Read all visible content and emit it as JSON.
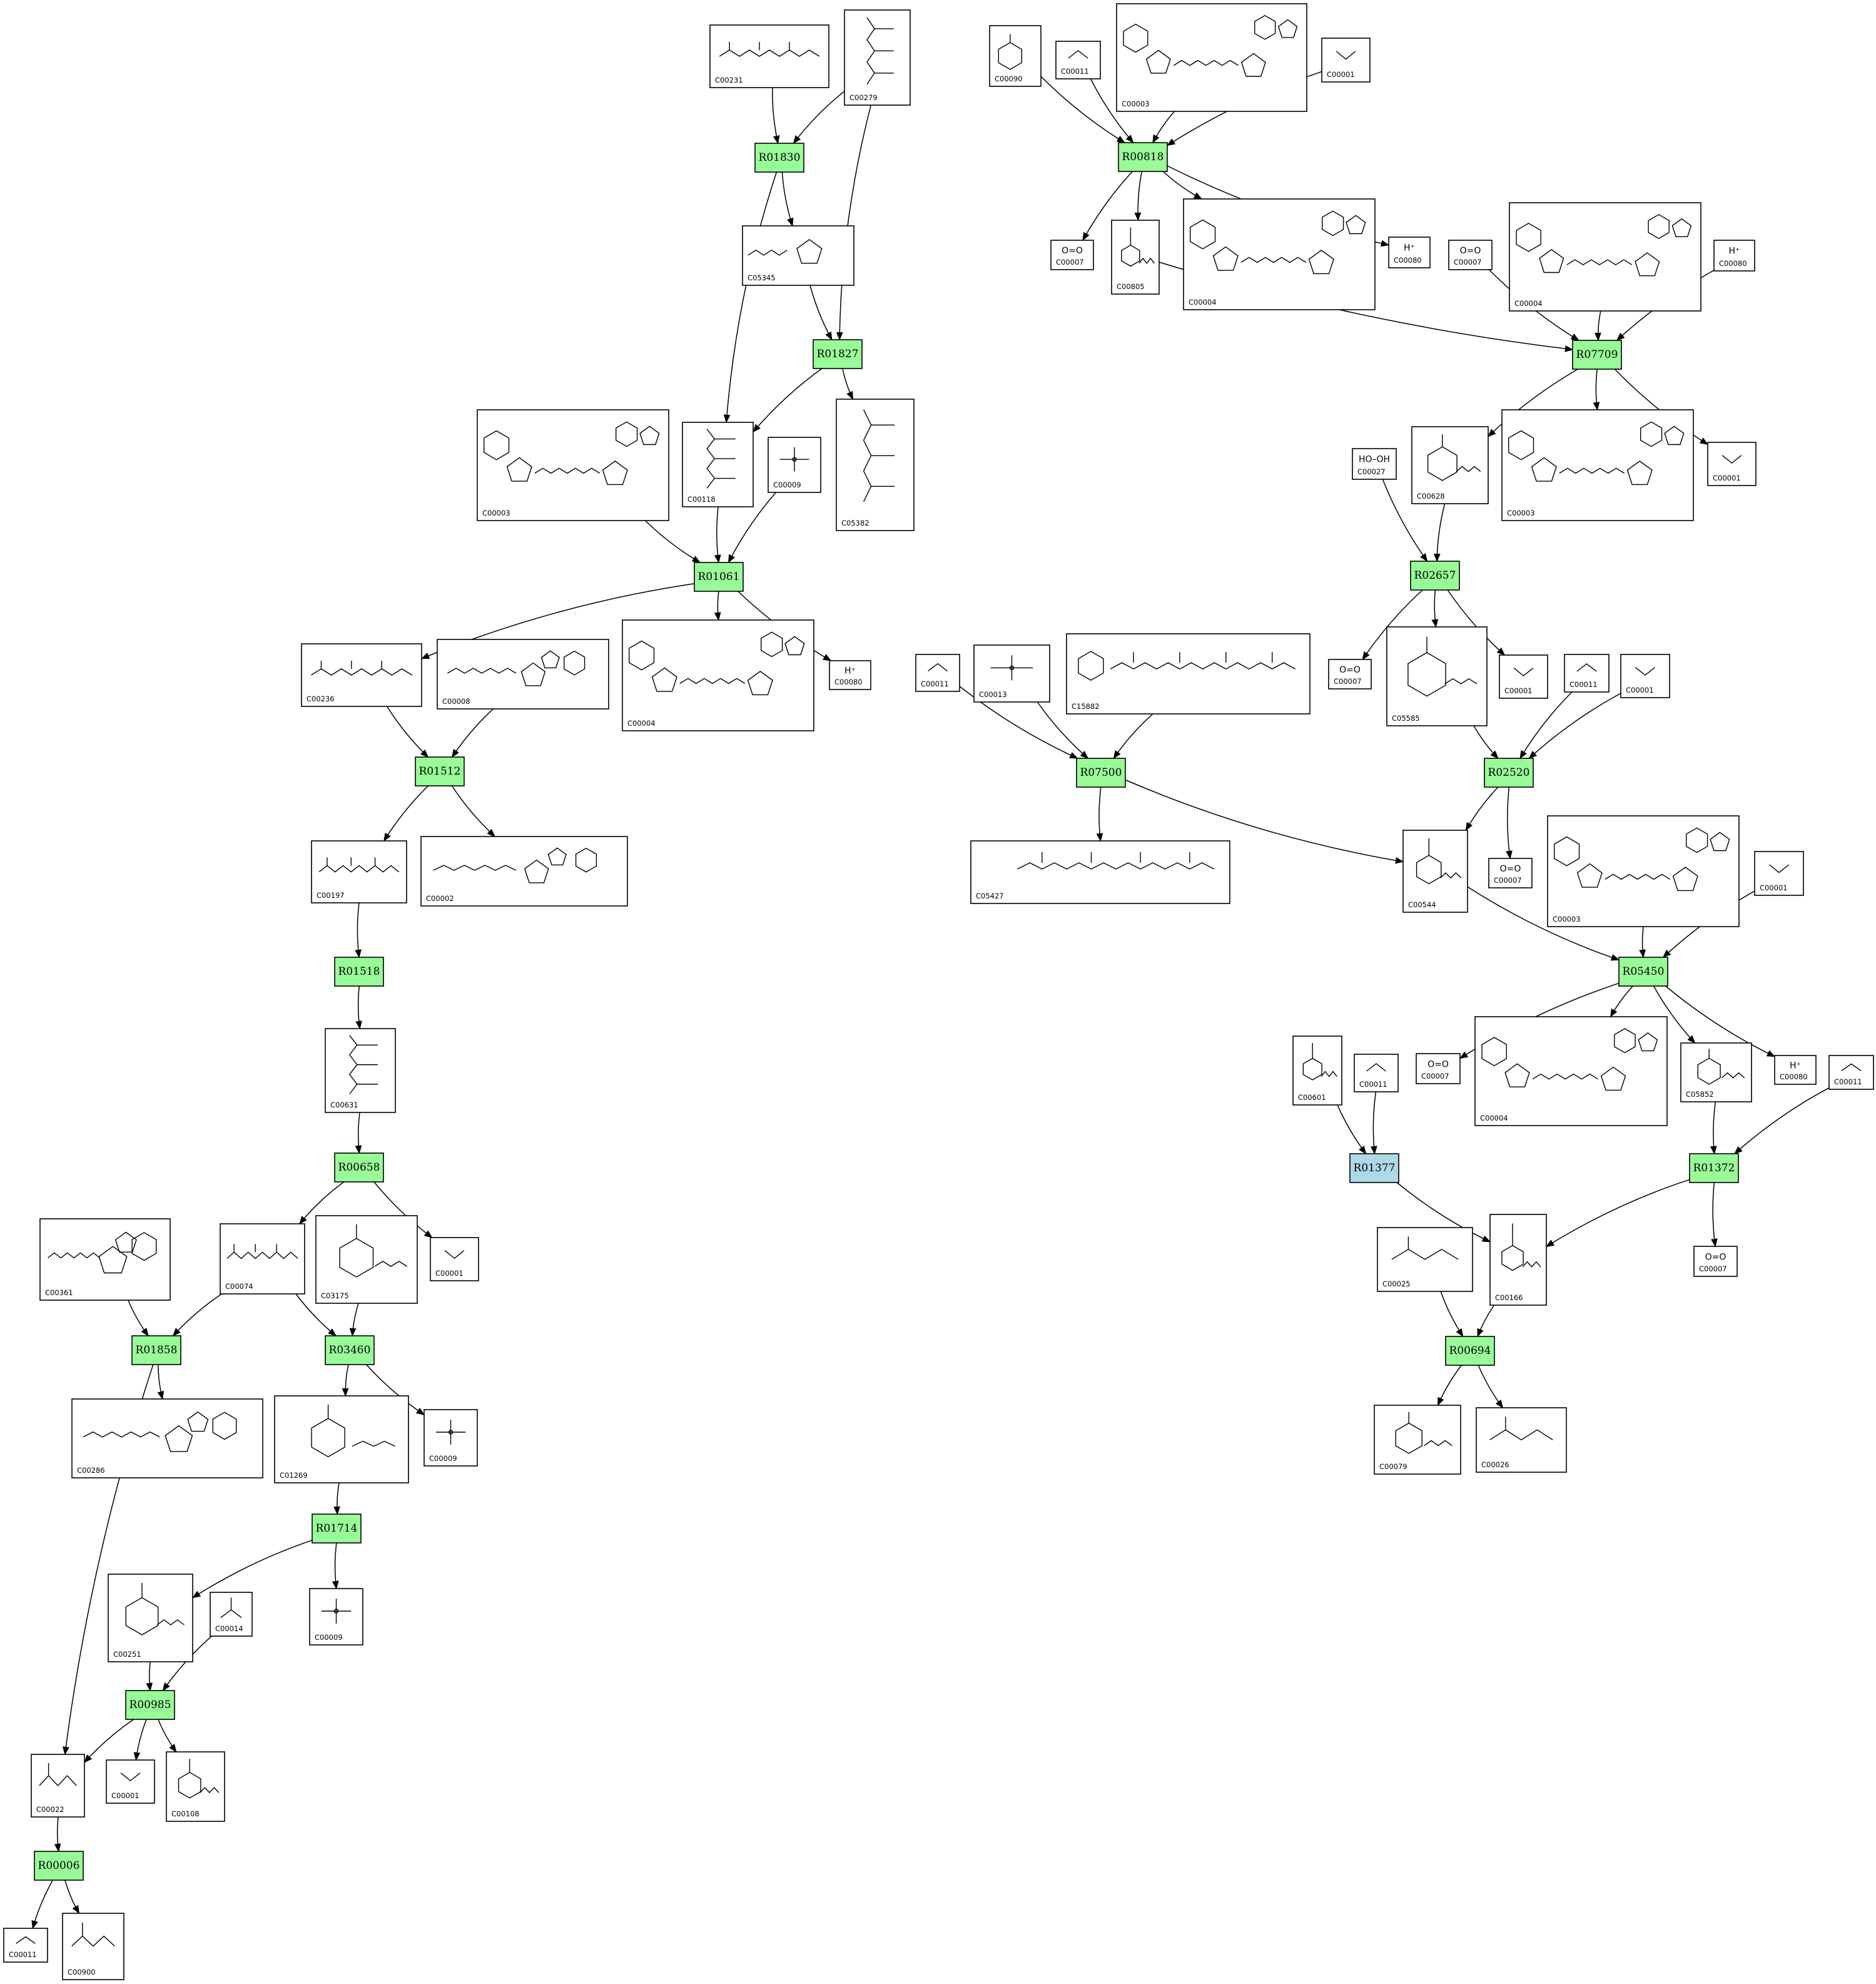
{
  "colors": {
    "reaction_green": "#98fb98",
    "reaction_blue": "#add8e6",
    "stroke": "#000000",
    "background": "#ffffff"
  },
  "reactions": [
    {
      "id": "R01830",
      "color": "green"
    },
    {
      "id": "R01827",
      "color": "green"
    },
    {
      "id": "R01061",
      "color": "green"
    },
    {
      "id": "R01512",
      "color": "green"
    },
    {
      "id": "R01518",
      "color": "green"
    },
    {
      "id": "R00658",
      "color": "green"
    },
    {
      "id": "R01858",
      "color": "green"
    },
    {
      "id": "R03460",
      "color": "green"
    },
    {
      "id": "R01714",
      "color": "green"
    },
    {
      "id": "R00985",
      "color": "green"
    },
    {
      "id": "R00006",
      "color": "green"
    },
    {
      "id": "R00818",
      "color": "green"
    },
    {
      "id": "R07709",
      "color": "green"
    },
    {
      "id": "R02657",
      "color": "green"
    },
    {
      "id": "R07500",
      "color": "green"
    },
    {
      "id": "R02520",
      "color": "green"
    },
    {
      "id": "R05450",
      "color": "green"
    },
    {
      "id": "R01377",
      "color": "blue"
    },
    {
      "id": "R01372",
      "color": "green"
    },
    {
      "id": "R00694",
      "color": "green"
    }
  ],
  "compounds": [
    {
      "key": "c00231",
      "id": "C00231",
      "structure": "linear-phosphate"
    },
    {
      "key": "c00279",
      "id": "C00279",
      "structure": "linear-phosphate"
    },
    {
      "key": "c05345",
      "id": "C05345",
      "structure": "furanose-phosphate"
    },
    {
      "key": "c00118",
      "id": "C00118",
      "structure": "linear-phosphate"
    },
    {
      "key": "c00009a",
      "id": "C00009",
      "structure": "phosphate"
    },
    {
      "key": "c05382",
      "id": "C05382",
      "structure": "linear-phosphate"
    },
    {
      "key": "c00003a",
      "id": "C00003",
      "structure": "nad"
    },
    {
      "key": "c00004a",
      "id": "C00004",
      "structure": "nad"
    },
    {
      "key": "c00080a",
      "id": "C00080",
      "formula": "H⁺"
    },
    {
      "key": "c00236",
      "id": "C00236",
      "structure": "linear-phosphate"
    },
    {
      "key": "c00008",
      "id": "C00008",
      "structure": "nucleotide"
    },
    {
      "key": "c00197",
      "id": "C00197",
      "structure": "linear-phosphate"
    },
    {
      "key": "c00002",
      "id": "C00002",
      "structure": "nucleotide"
    },
    {
      "key": "c00631",
      "id": "C00631",
      "structure": "linear-phosphate"
    },
    {
      "key": "c00001a",
      "id": "C00001",
      "structure": "water"
    },
    {
      "key": "c00361",
      "id": "C00361",
      "structure": "nucleotide"
    },
    {
      "key": "c00074",
      "id": "C00074",
      "structure": "linear-phosphate"
    },
    {
      "key": "c03175",
      "id": "C03175",
      "structure": "ring-phosphate"
    },
    {
      "key": "c00286",
      "id": "C00286",
      "structure": "nucleotide"
    },
    {
      "key": "c01269",
      "id": "C01269",
      "structure": "ring-phosphate"
    },
    {
      "key": "c00009b",
      "id": "C00009",
      "structure": "phosphate"
    },
    {
      "key": "c00009c",
      "id": "C00009",
      "structure": "phosphate"
    },
    {
      "key": "c00251",
      "id": "C00251",
      "structure": "ring-acid"
    },
    {
      "key": "c00014",
      "id": "C00014",
      "structure": "ammonia"
    },
    {
      "key": "c00022",
      "id": "C00022",
      "structure": "small-acid"
    },
    {
      "key": "c00001b",
      "id": "C00001",
      "structure": "water"
    },
    {
      "key": "c00108",
      "id": "C00108",
      "structure": "ring-acid"
    },
    {
      "key": "c00011a",
      "id": "C00011",
      "structure": "co2"
    },
    {
      "key": "c00900",
      "id": "C00900",
      "structure": "small-acid"
    },
    {
      "key": "c00090",
      "id": "C00090",
      "structure": "benzene-diol"
    },
    {
      "key": "c00011b",
      "id": "C00011",
      "structure": "co2"
    },
    {
      "key": "c00003b",
      "id": "C00003",
      "structure": "nad"
    },
    {
      "key": "c00001c",
      "id": "C00001",
      "structure": "water"
    },
    {
      "key": "c00007a",
      "id": "C00007",
      "formula": "O=O"
    },
    {
      "key": "c00805",
      "id": "C00805",
      "structure": "ring-acid"
    },
    {
      "key": "c00004b",
      "id": "C00004",
      "structure": "nad"
    },
    {
      "key": "c00080b",
      "id": "C00080",
      "formula": "H⁺"
    },
    {
      "key": "c00007b",
      "id": "C00007",
      "formula": "O=O"
    },
    {
      "key": "c00004c",
      "id": "C00004",
      "structure": "nad"
    },
    {
      "key": "c00080c",
      "id": "C00080",
      "formula": "H⁺"
    },
    {
      "key": "c00027",
      "id": "C00027",
      "formula": "HO–OH"
    },
    {
      "key": "c00628",
      "id": "C00628",
      "structure": "ring-acid"
    },
    {
      "key": "c00003c",
      "id": "C00003",
      "structure": "nad"
    },
    {
      "key": "c00001d",
      "id": "C00001",
      "structure": "water"
    },
    {
      "key": "c00007c",
      "id": "C00007",
      "formula": "O=O"
    },
    {
      "key": "c05585",
      "id": "C05585",
      "structure": "ring-acid"
    },
    {
      "key": "c00001e",
      "id": "C00001",
      "structure": "water"
    },
    {
      "key": "c00011c",
      "id": "C00011",
      "structure": "co2"
    },
    {
      "key": "c00001f",
      "id": "C00001",
      "structure": "water"
    },
    {
      "key": "c00011d",
      "id": "C00011",
      "structure": "co2"
    },
    {
      "key": "c00013",
      "id": "C00013",
      "structure": "phosphate"
    },
    {
      "key": "c15882",
      "id": "C15882",
      "structure": "isoprenoid"
    },
    {
      "key": "c05427",
      "id": "C05427",
      "structure": "isoprenoid"
    },
    {
      "key": "c00544",
      "id": "C00544",
      "structure": "ring-acid"
    },
    {
      "key": "c00007d",
      "id": "C00007",
      "formula": "O=O"
    },
    {
      "key": "c00003d",
      "id": "C00003",
      "structure": "nad"
    },
    {
      "key": "c00001g",
      "id": "C00001",
      "structure": "water"
    },
    {
      "key": "c00007e",
      "id": "C00007",
      "formula": "O=O"
    },
    {
      "key": "c00004d",
      "id": "C00004",
      "structure": "nad"
    },
    {
      "key": "c05852",
      "id": "C05852",
      "structure": "ring-acid"
    },
    {
      "key": "c00080d",
      "id": "C00080",
      "formula": "H⁺"
    },
    {
      "key": "c00011e",
      "id": "C00011",
      "structure": "co2"
    },
    {
      "key": "c00601",
      "id": "C00601",
      "structure": "ring-acid"
    },
    {
      "key": "c00011f",
      "id": "C00011",
      "structure": "co2"
    },
    {
      "key": "c00025",
      "id": "C00025",
      "structure": "small-acid"
    },
    {
      "key": "c00166",
      "id": "C00166",
      "structure": "ring-acid"
    },
    {
      "key": "c00007f",
      "id": "C00007",
      "formula": "O=O"
    },
    {
      "key": "c00079",
      "id": "C00079",
      "structure": "ring-acid"
    },
    {
      "key": "c00026",
      "id": "C00026",
      "structure": "small-acid"
    }
  ],
  "edges": [
    [
      "c00231",
      "R01830"
    ],
    [
      "c00279",
      "R01830"
    ],
    [
      "R01830",
      "c05345"
    ],
    [
      "R01830",
      "c00118"
    ],
    [
      "c05345",
      "R01827"
    ],
    [
      "c00279",
      "R01827"
    ],
    [
      "R01827",
      "c00118"
    ],
    [
      "R01827",
      "c05382"
    ],
    [
      "c00003a",
      "R01061"
    ],
    [
      "c00118",
      "R01061"
    ],
    [
      "c00009a",
      "R01061"
    ],
    [
      "R01061",
      "c00236"
    ],
    [
      "R01061",
      "c00004a"
    ],
    [
      "R01061",
      "c00080a"
    ],
    [
      "c00236",
      "R01512"
    ],
    [
      "c00008",
      "R01512"
    ],
    [
      "R01512",
      "c00197"
    ],
    [
      "R01512",
      "c00002"
    ],
    [
      "c00197",
      "R01518"
    ],
    [
      "R01518",
      "c00631"
    ],
    [
      "c00631",
      "R00658"
    ],
    [
      "R00658",
      "c00074"
    ],
    [
      "R00658",
      "c00001a"
    ],
    [
      "c00361",
      "R01858"
    ],
    [
      "c00074",
      "R01858"
    ],
    [
      "R01858",
      "c00286"
    ],
    [
      "R01858",
      "c00022"
    ],
    [
      "c00074",
      "R03460"
    ],
    [
      "c03175",
      "R03460"
    ],
    [
      "R03460",
      "c01269"
    ],
    [
      "R03460",
      "c00009b"
    ],
    [
      "c01269",
      "R01714"
    ],
    [
      "R01714",
      "c00251"
    ],
    [
      "R01714",
      "c00009c"
    ],
    [
      "c00251",
      "R00985"
    ],
    [
      "c00014",
      "R00985"
    ],
    [
      "R00985",
      "c00022"
    ],
    [
      "R00985",
      "c00001b"
    ],
    [
      "R00985",
      "c00108"
    ],
    [
      "c00022",
      "R00006"
    ],
    [
      "R00006",
      "c00011a"
    ],
    [
      "R00006",
      "c00900"
    ],
    [
      "c00090",
      "R00818"
    ],
    [
      "c00011b",
      "R00818"
    ],
    [
      "c00003b",
      "R00818"
    ],
    [
      "c00001c",
      "R00818"
    ],
    [
      "R00818",
      "c00007a"
    ],
    [
      "R00818",
      "c00805"
    ],
    [
      "R00818",
      "c00004b"
    ],
    [
      "R00818",
      "c00080b"
    ],
    [
      "c00805",
      "R07709"
    ],
    [
      "c00007b",
      "R07709"
    ],
    [
      "c00004c",
      "R07709"
    ],
    [
      "c00080c",
      "R07709"
    ],
    [
      "R07709",
      "c00628"
    ],
    [
      "R07709",
      "c00003c"
    ],
    [
      "R07709",
      "c00001d"
    ],
    [
      "c00027",
      "R02657"
    ],
    [
      "c00628",
      "R02657"
    ],
    [
      "R02657",
      "c00007c"
    ],
    [
      "R02657",
      "c05585"
    ],
    [
      "R02657",
      "c00001e"
    ],
    [
      "c05585",
      "R02520"
    ],
    [
      "c00011c",
      "R02520"
    ],
    [
      "c00001f",
      "R02520"
    ],
    [
      "R02520",
      "c00544"
    ],
    [
      "R02520",
      "c00007d"
    ],
    [
      "c00011d",
      "R07500"
    ],
    [
      "c00013",
      "R07500"
    ],
    [
      "c15882",
      "R07500"
    ],
    [
      "R07500",
      "c05427"
    ],
    [
      "R07500",
      "c00544"
    ],
    [
      "c00544",
      "R05450"
    ],
    [
      "c00003d",
      "R05450"
    ],
    [
      "c00001g",
      "R05450"
    ],
    [
      "R05450",
      "c00007e"
    ],
    [
      "R05450",
      "c00004d"
    ],
    [
      "R05450",
      "c05852"
    ],
    [
      "R05450",
      "c00080d"
    ],
    [
      "c00601",
      "R01377"
    ],
    [
      "c00011f",
      "R01377"
    ],
    [
      "R01377",
      "c00166"
    ],
    [
      "c05852",
      "R01372"
    ],
    [
      "c00011e",
      "R01372"
    ],
    [
      "R01372",
      "c00166"
    ],
    [
      "R01372",
      "c00007f"
    ],
    [
      "c00025",
      "R00694"
    ],
    [
      "c00166",
      "R00694"
    ],
    [
      "R00694",
      "c00079"
    ],
    [
      "R00694",
      "c00026"
    ]
  ]
}
